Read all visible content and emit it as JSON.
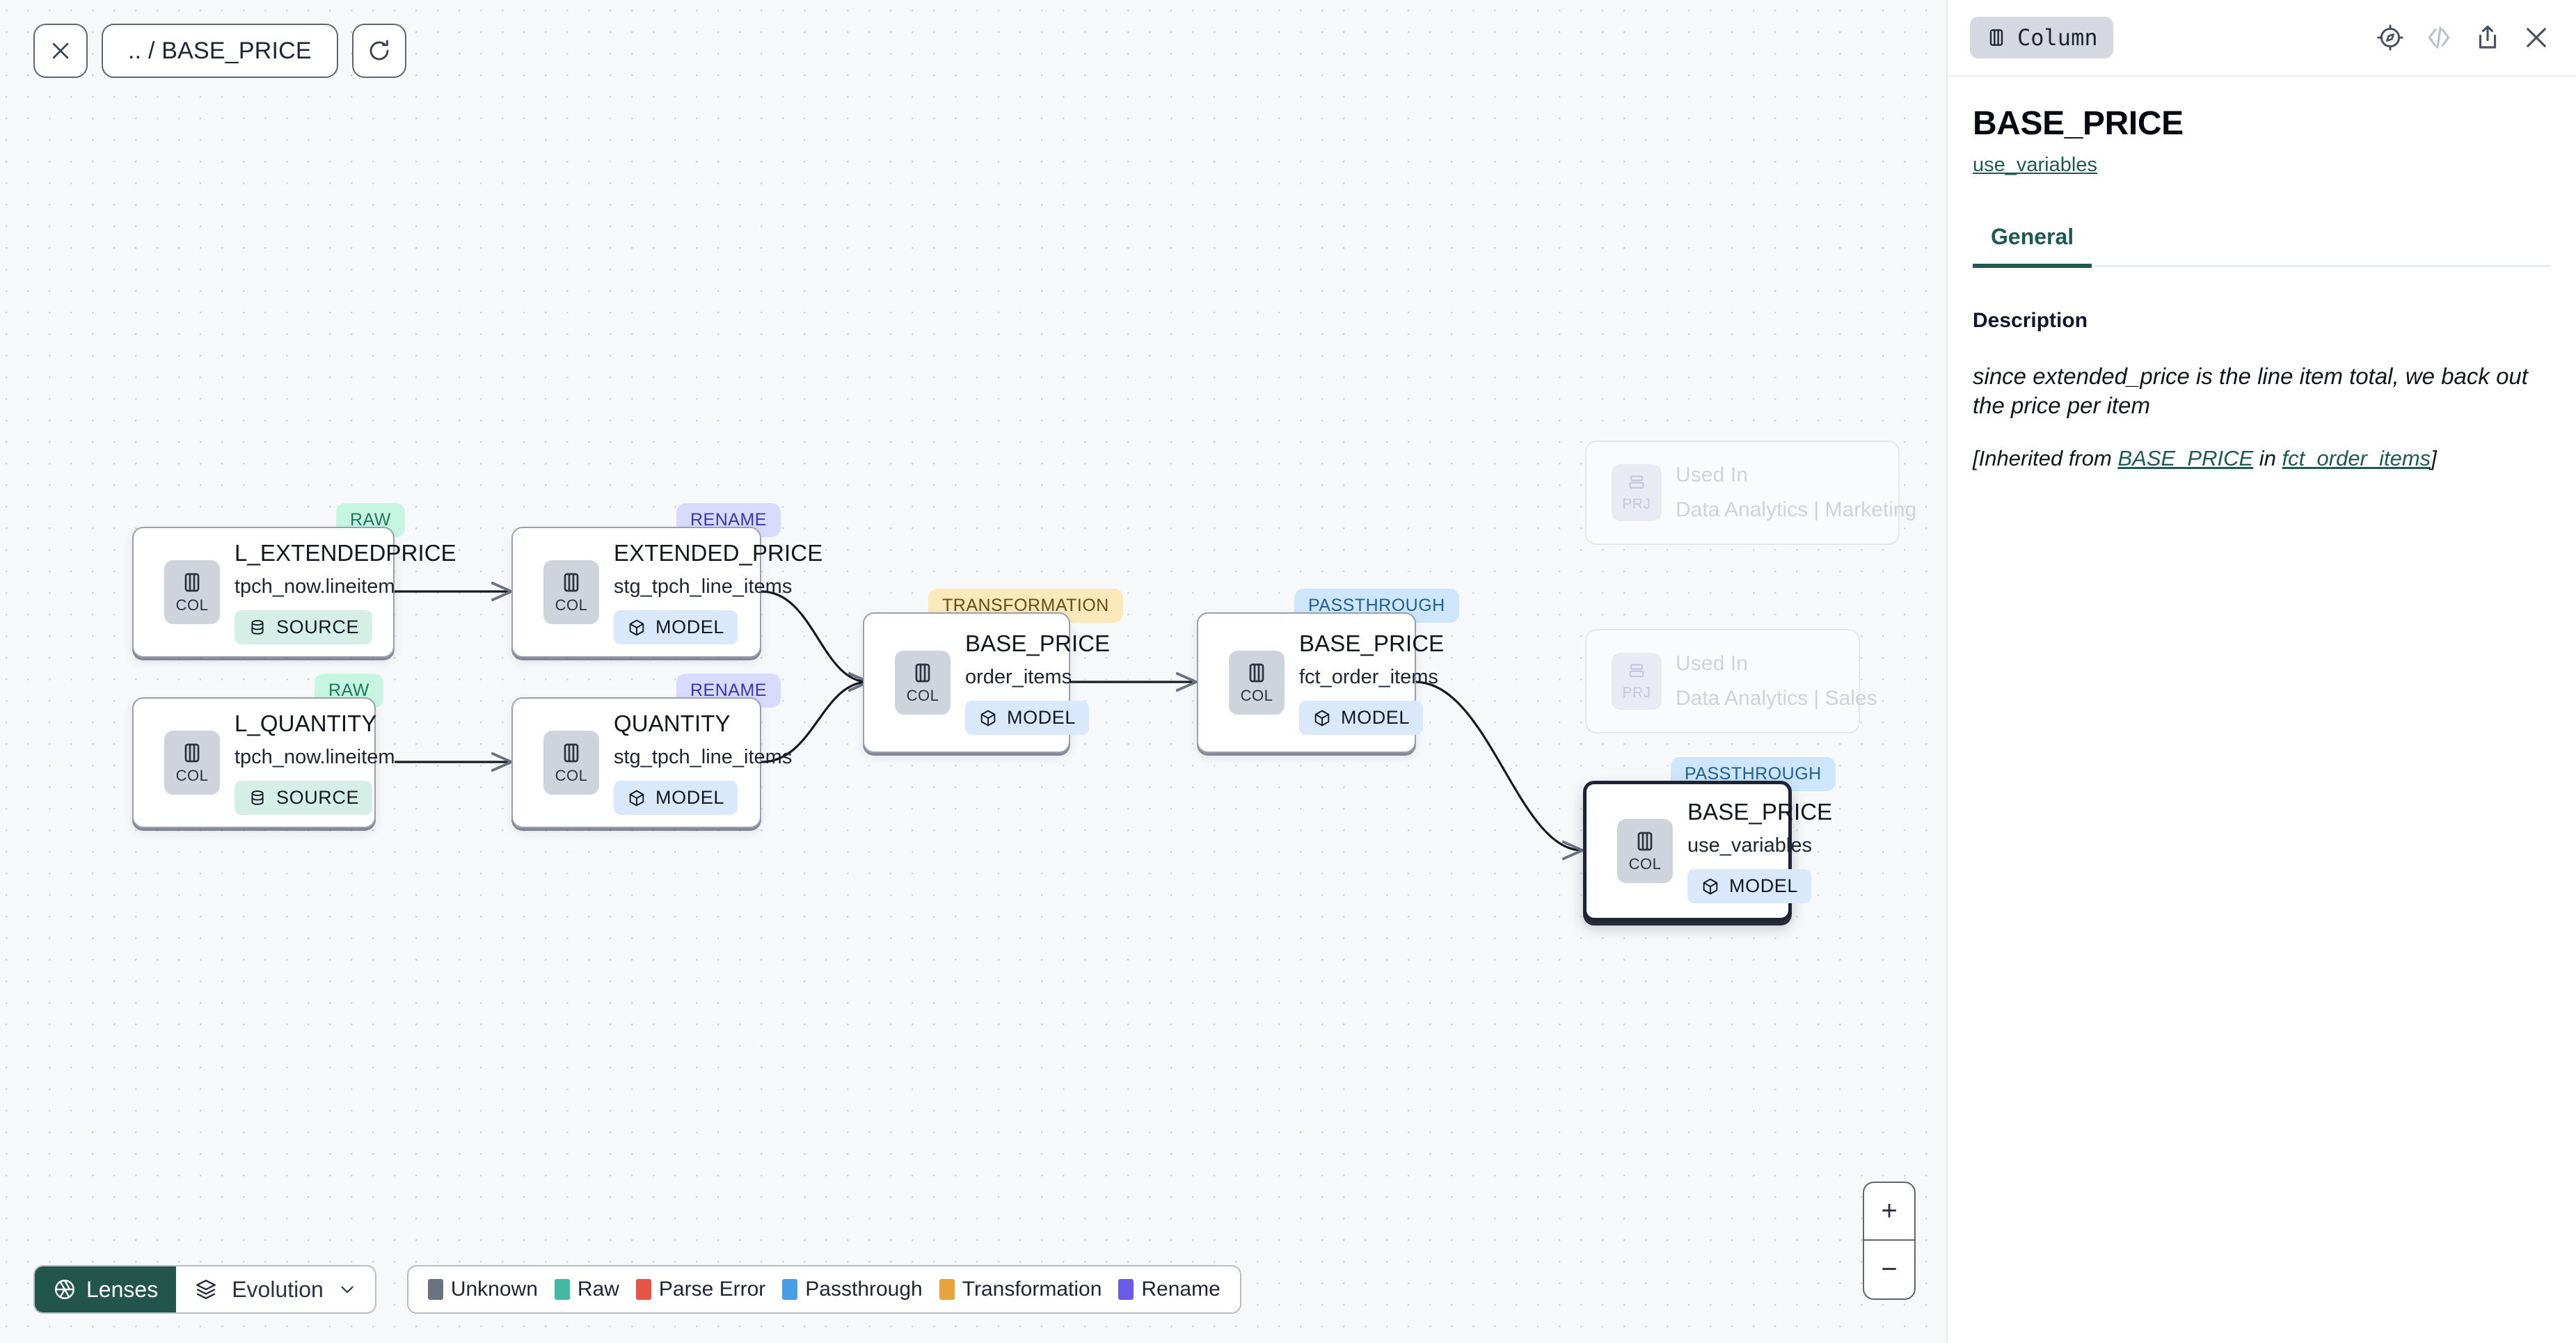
{
  "toolbar": {
    "close_icon": "close-icon",
    "breadcrumb": ".. / BASE_PRICE",
    "refresh_icon": "refresh-icon"
  },
  "canvas": {
    "nodes": [
      {
        "id": "l_extendedprice",
        "title": "L_EXTENDEDPRICE",
        "subtitle": "tpch_now.lineitem",
        "kind": "SOURCE",
        "kind_icon": "database-icon",
        "badge": "RAW",
        "type_chip": "COL",
        "selected": false
      },
      {
        "id": "l_quantity",
        "title": "L_QUANTITY",
        "subtitle": "tpch_now.lineitem",
        "kind": "SOURCE",
        "kind_icon": "database-icon",
        "badge": "RAW",
        "type_chip": "COL",
        "selected": false
      },
      {
        "id": "extended_price",
        "title": "EXTENDED_PRICE",
        "subtitle": "stg_tpch_line_items",
        "kind": "MODEL",
        "kind_icon": "cube-icon",
        "badge": "RENAME",
        "type_chip": "COL",
        "selected": false
      },
      {
        "id": "quantity",
        "title": "QUANTITY",
        "subtitle": "stg_tpch_line_items",
        "kind": "MODEL",
        "kind_icon": "cube-icon",
        "badge": "RENAME",
        "type_chip": "COL",
        "selected": false
      },
      {
        "id": "base_price_oi",
        "title": "BASE_PRICE",
        "subtitle": "order_items",
        "kind": "MODEL",
        "kind_icon": "cube-icon",
        "badge": "TRANSFORMATION",
        "type_chip": "COL",
        "selected": false
      },
      {
        "id": "base_price_fct",
        "title": "BASE_PRICE",
        "subtitle": "fct_order_items",
        "kind": "MODEL",
        "kind_icon": "cube-icon",
        "badge": "PASSTHROUGH",
        "type_chip": "COL",
        "selected": false
      },
      {
        "id": "base_price_uv",
        "title": "BASE_PRICE",
        "subtitle": "use_variables",
        "kind": "MODEL",
        "kind_icon": "cube-icon",
        "badge": "PASSTHROUGH",
        "type_chip": "COL",
        "selected": true
      }
    ],
    "ghost_nodes": [
      {
        "id": "used_in_marketing",
        "label": "Used In",
        "title": "Data Analytics | Marketing",
        "type_chip": "PRJ",
        "chip_icon": "project-icon"
      },
      {
        "id": "used_in_sales",
        "label": "Used In",
        "title": "Data Analytics | Sales",
        "type_chip": "PRJ",
        "chip_icon": "project-icon"
      }
    ],
    "zoom_in_label": "+",
    "zoom_out_label": "−"
  },
  "bottom_bar": {
    "lenses_label": "Lenses",
    "lenses_icon": "aperture-icon",
    "evolution_label": "Evolution",
    "evolution_icon": "layers-icon",
    "chevron_icon": "chevron-down-icon",
    "legend": [
      {
        "label": "Unknown",
        "color": "#6b7280"
      },
      {
        "label": "Raw",
        "color": "#45b8a4"
      },
      {
        "label": "Parse Error",
        "color": "#e8544a"
      },
      {
        "label": "Passthrough",
        "color": "#4a9ee8"
      },
      {
        "label": "Transformation",
        "color": "#e8a43c"
      },
      {
        "label": "Rename",
        "color": "#6b5ce7"
      }
    ]
  },
  "panel": {
    "type_chip": "Column",
    "type_chip_icon": "column-icon",
    "icons": [
      {
        "name": "explore-compass-icon",
        "muted": false
      },
      {
        "name": "code-icon",
        "muted": true
      },
      {
        "name": "share-icon",
        "muted": false
      },
      {
        "name": "close-icon",
        "muted": false
      }
    ],
    "title": "BASE_PRICE",
    "model_link": "use_variables",
    "tabs": [
      {
        "label": "General",
        "active": true
      }
    ],
    "description_label": "Description",
    "description_text": "since extended_price is the line item total, we back out the price per item",
    "inherited": {
      "prefix": "[Inherited from ",
      "column": "BASE_PRICE",
      "middle": " in ",
      "model": "fct_order_items",
      "suffix": "]"
    }
  },
  "colors": {
    "accent_teal": "#1f5a52",
    "lens_green": "#22564c",
    "canvas_bg": "#f7f8fa"
  }
}
